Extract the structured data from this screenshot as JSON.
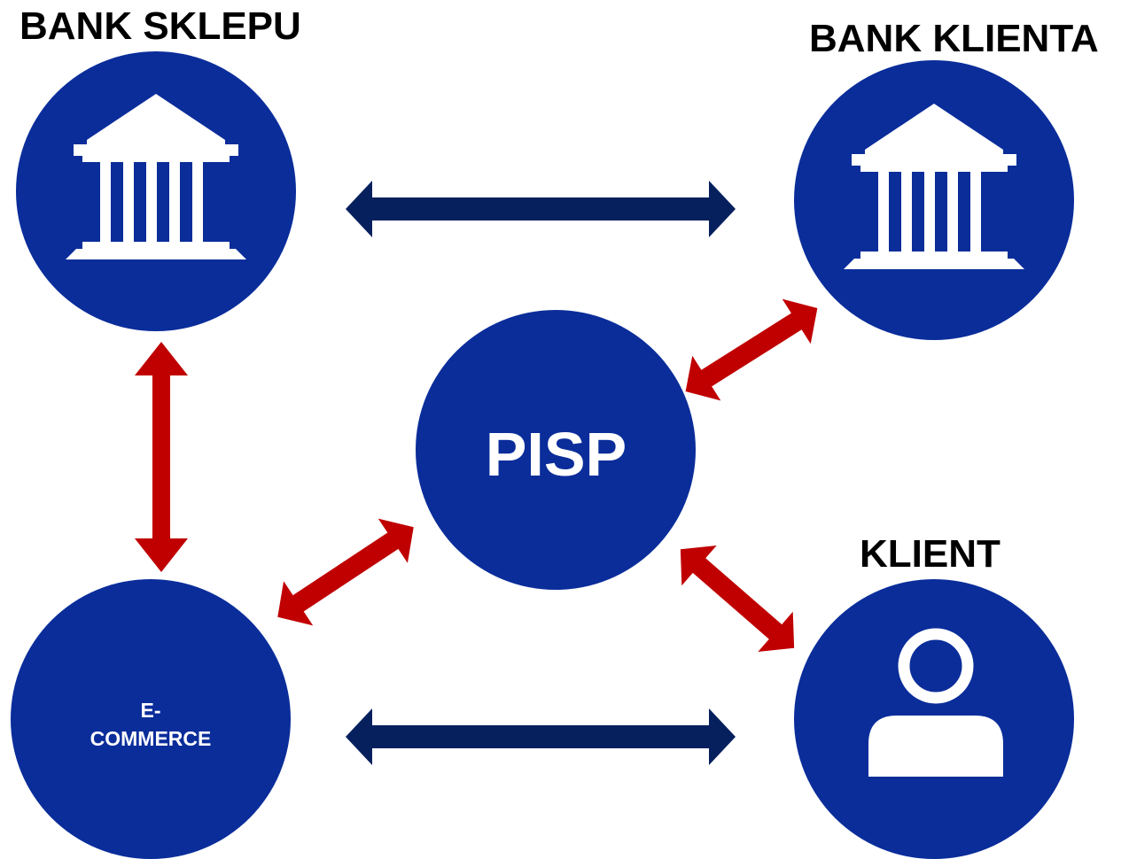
{
  "labels": {
    "bank_sklepu": "BANK SKLEPU",
    "bank_klienta": "BANK KLIENTA",
    "klient": "KLIENT",
    "pisp": "PISP",
    "ecommerce_line1": "E-",
    "ecommerce_line2": "COMMERCE"
  },
  "colors": {
    "node_fill": "#0a2d9a",
    "dark_arrow": "#06205e",
    "red_arrow": "#c00000",
    "icon": "#ffffff"
  },
  "icons": {
    "bank_sklepu": "bank-building-icon",
    "bank_klienta": "bank-building-icon",
    "klient": "person-icon"
  }
}
